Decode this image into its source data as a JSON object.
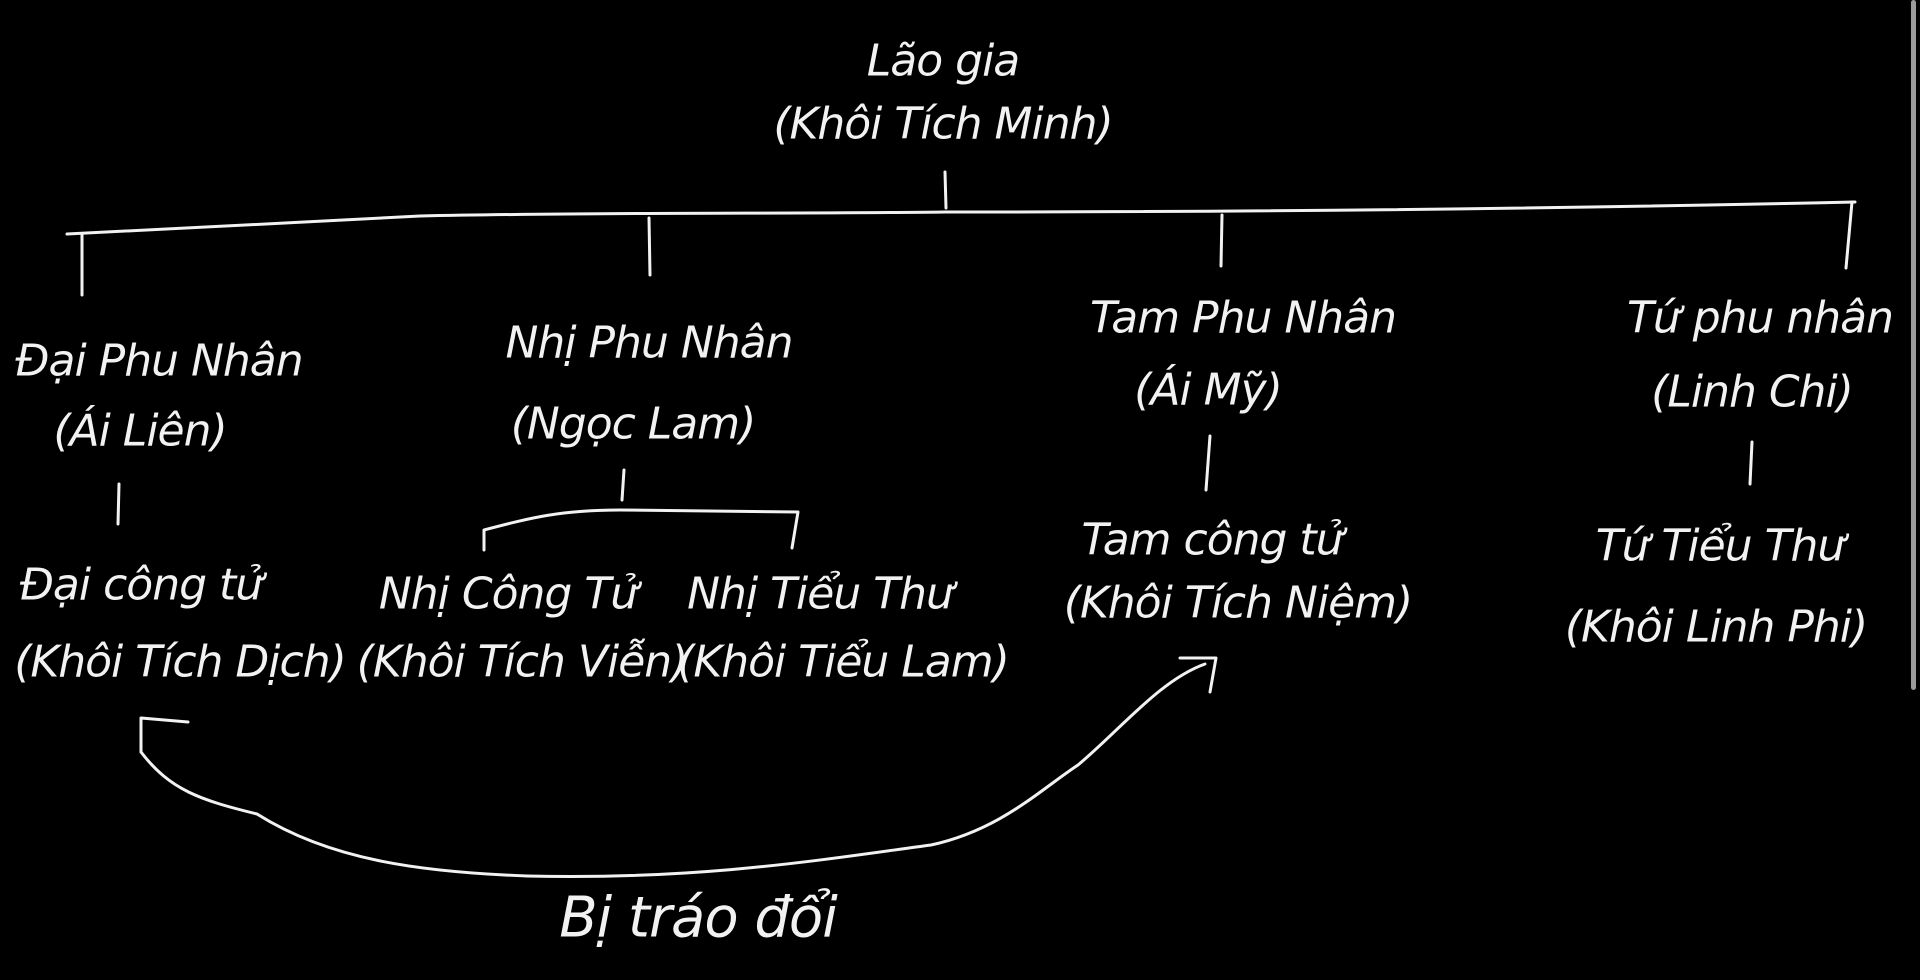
{
  "root": {
    "title": "Lão gia",
    "name": "(Khôi Tích Minh)"
  },
  "wives": [
    {
      "title": "Đại Phu Nhân",
      "name": "(Ái Liên)"
    },
    {
      "title": "Nhị Phu Nhân",
      "name": "(Ngọc Lam)"
    },
    {
      "title": "Tam Phu Nhân",
      "name": "(Ái Mỹ)"
    },
    {
      "title": "Tứ phu nhân",
      "name": "(Linh Chi)"
    }
  ],
  "children": [
    {
      "title": "Đại công tử",
      "name": "(Khôi Tích Dịch)"
    },
    {
      "title": "Nhị Công Tử",
      "name": "(Khôi Tích Viễn)"
    },
    {
      "title": "Nhị Tiểu Thư",
      "name": "(Khôi Tiểu Lam)"
    },
    {
      "title": "Tam công tử",
      "name": "(Khôi Tích Niệm)"
    },
    {
      "title": "Tứ Tiểu Thư",
      "name": "(Khôi Linh Phi)"
    }
  ],
  "swap_label": "Bị tráo đổi",
  "colors": {
    "background": "#000000",
    "ink": "#f2f2f2"
  }
}
